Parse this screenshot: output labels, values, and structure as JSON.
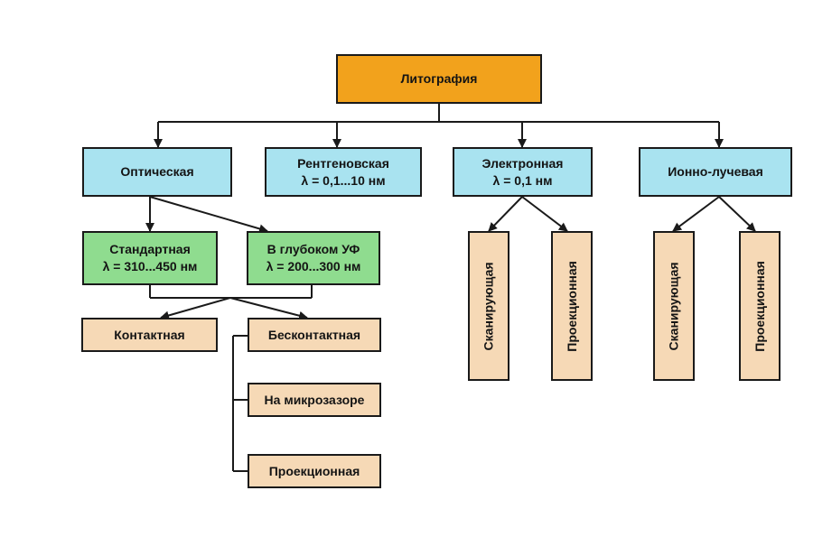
{
  "root": {
    "label": "Литография"
  },
  "categories": [
    {
      "label": "Оптическая",
      "sub": ""
    },
    {
      "label": "Рентгеновская",
      "sub": "λ = 0,1...10 нм"
    },
    {
      "label": "Электронная",
      "sub": "λ = 0,1 нм"
    },
    {
      "label": "Ионно-лучевая",
      "sub": ""
    }
  ],
  "optical": {
    "standard": {
      "label": "Стандартная",
      "sub": "λ = 310...450 нм"
    },
    "deep_uv": {
      "label": "В глубоком УФ",
      "sub": "λ = 200...300 нм"
    },
    "contact": "Контактная",
    "non_contact": "Бесконтактная",
    "micro_gap": "На микрозазоре",
    "projection": "Проекционная"
  },
  "electron": {
    "scanning": "Сканирующая",
    "projection": "Проекционная"
  },
  "ion": {
    "scanning": "Сканирующая",
    "projection": "Проекционная"
  },
  "colors": {
    "root": "#f2a21c",
    "category": "#a9e3f0",
    "subtype": "#8fdc8f",
    "leaf": "#f6d9b6",
    "line": "#1a1a1a"
  }
}
